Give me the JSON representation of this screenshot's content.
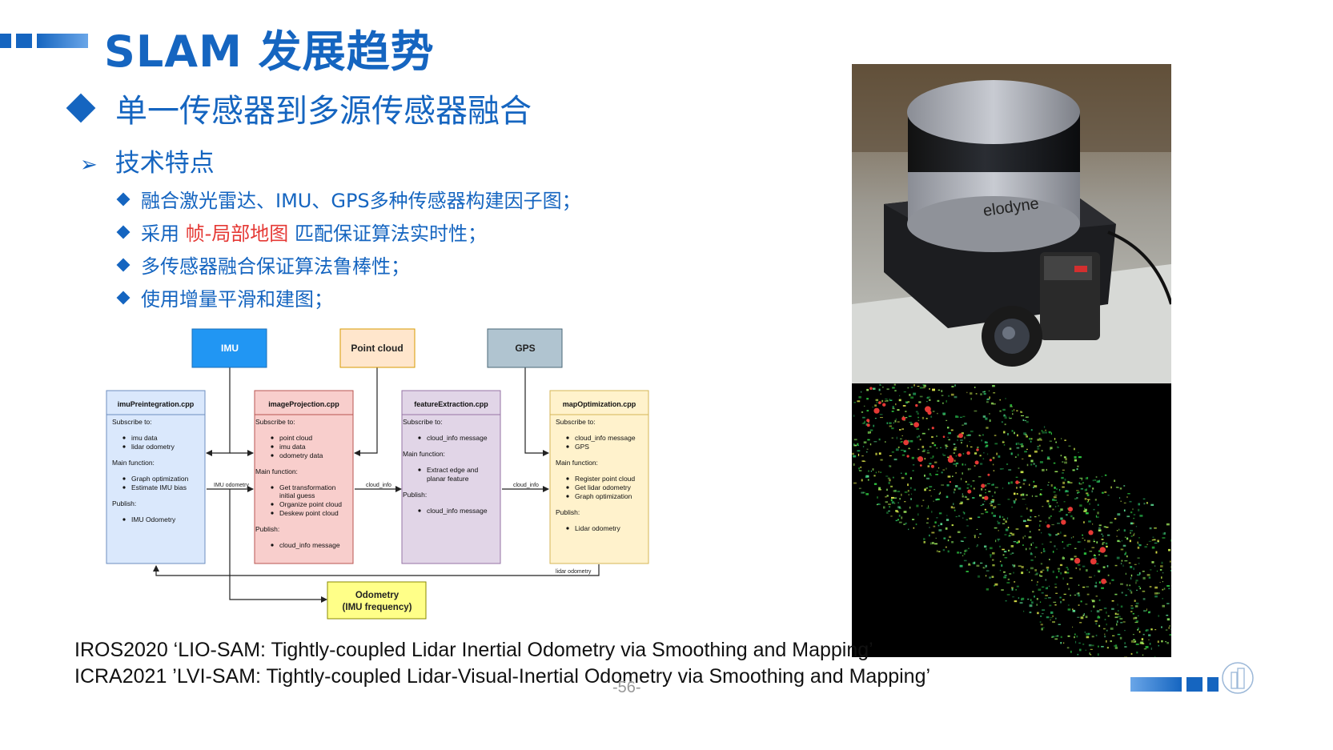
{
  "slide": {
    "title": "SLAM 发展趋势",
    "heading": "单一传感器到多源传感器融合",
    "subheading": "技术特点",
    "bullets": [
      {
        "pre": "融合激光雷达、IMU、GPS多种传感器构建因子图；",
        "highlight": "",
        "post": ""
      },
      {
        "pre": "采用 ",
        "highlight": "帧-局部地图",
        "post": " 匹配保证算法实时性；"
      },
      {
        "pre": "多传感器融合保证算法鲁棒性；",
        "highlight": "",
        "post": ""
      },
      {
        "pre": "使用增量平滑和建图；",
        "highlight": "",
        "post": ""
      }
    ],
    "refs": [
      "IROS2020  ‘LIO-SAM: Tightly-coupled Lidar Inertial Odometry via Smoothing and Mapping’",
      "ICRA2021 ’LVI-SAM: Tightly-coupled Lidar-Visual-Inertial Odometry via Smoothing and Mapping’"
    ],
    "page_number": "-56-"
  },
  "diagram": {
    "inputs": {
      "imu": "IMU",
      "point_cloud": "Point cloud",
      "gps": "GPS"
    },
    "output": {
      "line1": "Odometry",
      "line2": "(IMU frequency)"
    },
    "modules": [
      {
        "name": "imuPreintegration.cpp",
        "lines": [
          {
            "t": "Subscribe to:",
            "b": false
          },
          {
            "t": "imu data",
            "b": true
          },
          {
            "t": "lidar odometry",
            "b": true
          },
          {
            "t": "Main function:",
            "b": false
          },
          {
            "t": "Graph optimization",
            "b": true
          },
          {
            "t": "Estimate IMU bias",
            "b": true
          },
          {
            "t": "Publish:",
            "b": false
          },
          {
            "t": "IMU Odometry",
            "b": true
          }
        ]
      },
      {
        "name": "imageProjection.cpp",
        "lines": [
          {
            "t": "Subscribe to:",
            "b": false
          },
          {
            "t": "point cloud",
            "b": true
          },
          {
            "t": "imu data",
            "b": true
          },
          {
            "t": "odometry data",
            "b": true
          },
          {
            "t": "Main function:",
            "b": false
          },
          {
            "t": "Get transformation",
            "b": true
          },
          {
            "t": "initial guess",
            "b": "cont"
          },
          {
            "t": "Organize point cloud",
            "b": true
          },
          {
            "t": "Deskew point cloud",
            "b": true
          },
          {
            "t": "Publish:",
            "b": false
          },
          {
            "t": "cloud_info message",
            "b": true
          }
        ]
      },
      {
        "name": "featureExtraction.cpp",
        "lines": [
          {
            "t": "Subscribe to:",
            "b": false
          },
          {
            "t": "cloud_info message",
            "b": true
          },
          {
            "t": "Main function:",
            "b": false
          },
          {
            "t": "Extract edge and",
            "b": true
          },
          {
            "t": "planar feature",
            "b": "cont"
          },
          {
            "t": "Publish:",
            "b": false
          },
          {
            "t": "cloud_info message",
            "b": true
          }
        ]
      },
      {
        "name": "mapOptimization.cpp",
        "lines": [
          {
            "t": "Subscribe to:",
            "b": false
          },
          {
            "t": "cloud_info message",
            "b": true
          },
          {
            "t": "GPS",
            "b": true
          },
          {
            "t": "Main function:",
            "b": false
          },
          {
            "t": "Register point cloud",
            "b": true
          },
          {
            "t": "Get lidar odometry",
            "b": true
          },
          {
            "t": "Graph optimization",
            "b": true
          },
          {
            "t": "Publish:",
            "b": false
          },
          {
            "t": "Lidar odometry",
            "b": true
          }
        ]
      }
    ],
    "edge_labels": {
      "imu_odometry": "IMU odometry",
      "cloud_info_1": "cloud_info",
      "cloud_info_2": "cloud_info",
      "lidar_odometry": "lidar odometry"
    },
    "colors": {
      "imu": "#2196f3",
      "point_cloud": "#ffe6cc",
      "gps": "#b0c4d0",
      "imuPreintegration": "#dae8fc",
      "imageProjection": "#f8cecc",
      "featureExtraction": "#e1d5e7",
      "mapOptimization": "#fff2cc",
      "odometry": "#ffff88"
    }
  },
  "images": {
    "sensor_photo": "velodyne lidar with camera on mini PC",
    "point_cloud_map": "green lidar point cloud map of street"
  },
  "accent": "#1565c0"
}
